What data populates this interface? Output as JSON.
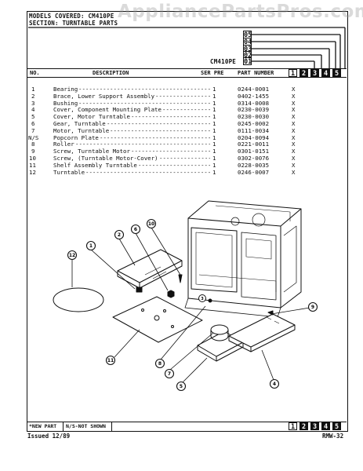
{
  "header": {
    "models_line": "MODELS COVERED: CM410PE",
    "section_line": "SECTION: TURNTABLE PARTS",
    "model_label": "CM410PE",
    "model_digits": [
      "05",
      "04",
      "03",
      "02",
      "01"
    ]
  },
  "watermark": "AppliancePartsPros.com",
  "columns": {
    "no": "NO.",
    "description": "DESCRIPTION",
    "ser_pre": "SER PRE",
    "part_number": "PART NUMBER",
    "digits": [
      "1",
      "2",
      "3",
      "4",
      "5"
    ]
  },
  "parts": [
    {
      "no": "1",
      "desc": "Bearing",
      "qty": "1",
      "part": "0244-0001",
      "mark": "X"
    },
    {
      "no": "2",
      "desc": "Brace, Lower Support Assembly",
      "qty": "1",
      "part": "0402-1455",
      "mark": "X"
    },
    {
      "no": "3",
      "desc": "Bushing",
      "qty": "1",
      "part": "0314-0008",
      "mark": "X"
    },
    {
      "no": "4",
      "desc": "Cover, Component Mounting Plate",
      "qty": "1",
      "part": "0230-0039",
      "mark": "X"
    },
    {
      "no": "5",
      "desc": "Cover, Motor Turntable",
      "qty": "1",
      "part": "0230-0030",
      "mark": "X"
    },
    {
      "no": "6",
      "desc": "Gear, Turntable",
      "qty": "1",
      "part": "0245-0002",
      "mark": "X"
    },
    {
      "no": "7",
      "desc": "Motor, Turntable",
      "qty": "1",
      "part": "0111-0034",
      "mark": "X"
    },
    {
      "no": "N/S",
      "desc": "Popcorn Plate",
      "qty": "1",
      "part": "0204-0094",
      "mark": "X"
    },
    {
      "no": "8",
      "desc": "Roller",
      "qty": "1",
      "part": "0221-0011",
      "mark": "X"
    },
    {
      "no": "9",
      "desc": "Screw, Turntable Motor",
      "qty": "1",
      "part": "0301-0151",
      "mark": "X"
    },
    {
      "no": "10",
      "desc": "Screw, (Turntable Motor-Cover)",
      "qty": "1",
      "part": "0302-0076",
      "mark": "X"
    },
    {
      "no": "11",
      "desc": "Shelf Assembly Turntable",
      "qty": "1",
      "part": "0228-0035",
      "mark": "X"
    },
    {
      "no": "12",
      "desc": "Turntable",
      "qty": "1",
      "part": "0246-0007",
      "mark": "X"
    }
  ],
  "callouts": [
    "1",
    "2",
    "3",
    "4",
    "5",
    "6",
    "7",
    "8",
    "9",
    "10",
    "11",
    "12"
  ],
  "footer": {
    "new_part": "*NEW PART",
    "not_shown": "N/S-NOT SHOWN",
    "digits": [
      "1",
      "2",
      "3",
      "4",
      "5"
    ],
    "issued": "Issued 12/89",
    "page_code": "RMW-32"
  }
}
